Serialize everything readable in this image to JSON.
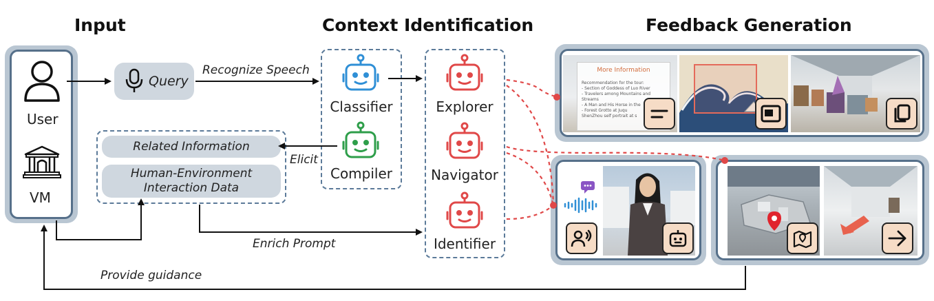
{
  "headings": {
    "input": "Input",
    "context": "Context Identification",
    "feedback": "Feedback Generation"
  },
  "input": {
    "user": "User",
    "vm": "VM",
    "query": "Query"
  },
  "edges": {
    "recognize_speech": "Recognize Speech",
    "elicit": "Elicit",
    "enrich_prompt": "Enrich Prompt",
    "provide_guidance": "Provide guidance"
  },
  "data_box": {
    "related_info": "Related Information",
    "hei_data_line1": "Human-Environment",
    "hei_data_line2": "Interaction Data"
  },
  "agents": {
    "classifier": "Classifier",
    "compiler": "Compiler",
    "explorer": "Explorer",
    "navigator": "Navigator",
    "identifier": "Identifier"
  },
  "more_info_card": {
    "title": "More Information",
    "lines": [
      "Recommendation for the tour:",
      "- Section of Goddess of Luo River",
      "- Travelers among Mountains and",
      "Streams",
      "- A Man and His Horse in the",
      "- Forest Grotto at Juqu",
      "ShenZhou self portrait at s"
    ]
  },
  "colors": {
    "robot_blue": "#2f8fd6",
    "robot_green": "#2e9e4a",
    "robot_red": "#e04848",
    "pill_fill": "#cfd7df",
    "panel_fill": "#b9c6d2",
    "panel_border": "#56708a",
    "tag_fill": "#f6dcc6",
    "dashed_red": "#e04848",
    "dashed_box": "#5b7a99"
  }
}
